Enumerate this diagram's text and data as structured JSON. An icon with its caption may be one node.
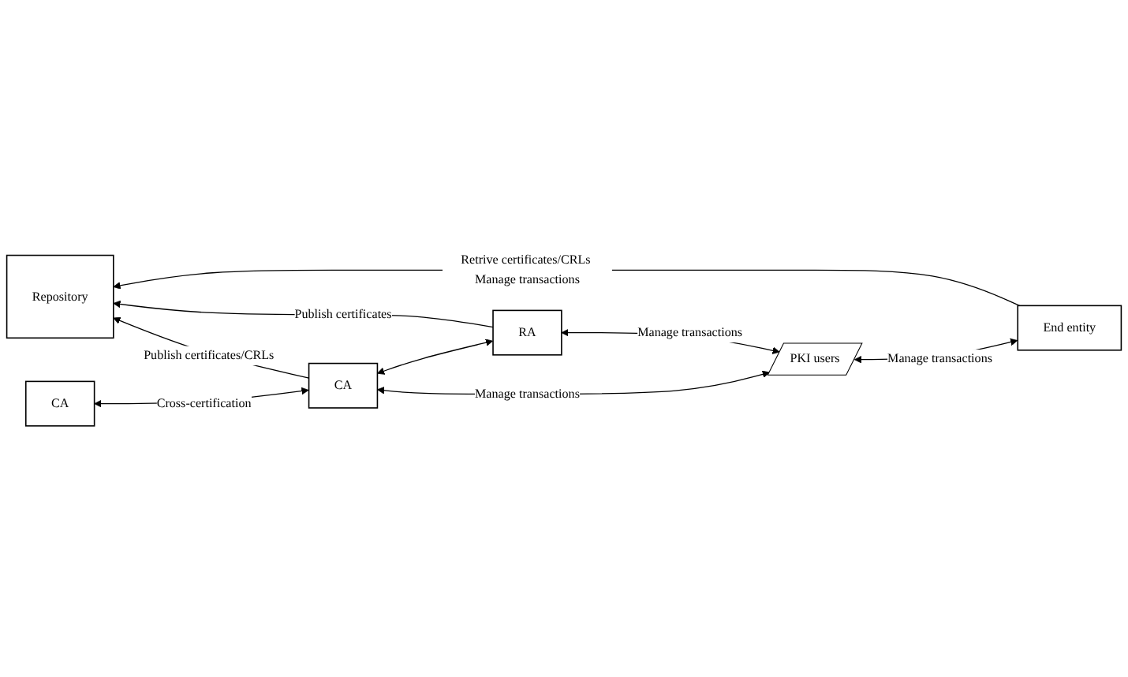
{
  "diagram": {
    "nodes": [
      {
        "text": [
          "Repository"
        ]
      },
      {
        "text": [
          "End entity"
        ]
      },
      {
        "text": [
          "PKI users"
        ]
      },
      {
        "text": [
          "RA"
        ]
      },
      {
        "text": [
          "CA"
        ]
      },
      {
        "text": [
          "CA"
        ]
      }
    ],
    "edges": [
      {
        "from": 1,
        "to": 0,
        "arrow": "to",
        "label": "Retrive certificates/CRLs Manage transactions"
      },
      {
        "from": 1,
        "to": 2,
        "arrow": "both",
        "label": "Manage transactions"
      },
      {
        "from": 2,
        "to": 3,
        "arrow": "both",
        "label": "Manage transactions"
      },
      {
        "from": 2,
        "to": 4,
        "arrow": "both",
        "label": "Manage transactions"
      },
      {
        "from": 3,
        "to": 0,
        "arrow": "to",
        "label": "Publish certificates"
      },
      {
        "from": 3,
        "to": 4,
        "arrow": "both"
      },
      {
        "from": 4,
        "to": 0,
        "arrow": "to",
        "label": "Publish certificates/CRLs"
      },
      {
        "from": 4,
        "to": 5,
        "arrow": "both",
        "label": "Cross-certification"
      }
    ]
  }
}
